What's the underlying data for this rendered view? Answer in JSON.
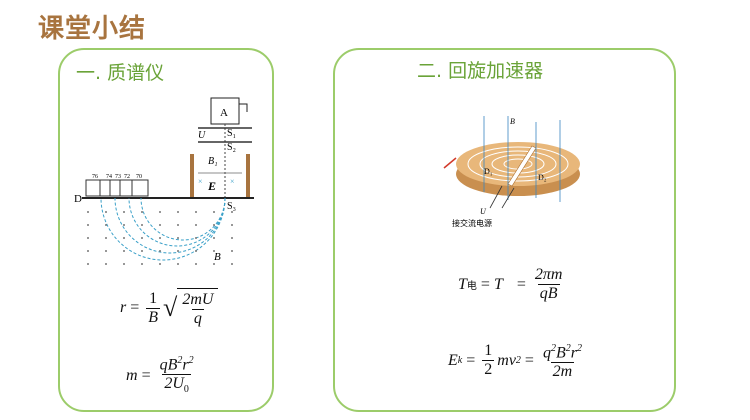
{
  "slide": {
    "title": "课堂小结"
  },
  "left": {
    "heading": "一. 质谱仪",
    "diagram": {
      "label_A": "A",
      "label_U": "U",
      "label_S1": "S₁",
      "label_S2": "S₂",
      "label_S3": "S₃",
      "label_B1": "B₁",
      "label_E": "E",
      "label_D": "D",
      "label_B": "B",
      "scale": [
        "76",
        "74",
        "73",
        "72",
        "70"
      ]
    },
    "formula1": {
      "lhs": "r",
      "eq": "=",
      "one": "1",
      "B": "B",
      "rad_num": "2mU",
      "rad_den": "q"
    },
    "formula2": {
      "lhs": "m",
      "eq": "=",
      "num": "qB",
      "num_sup1": "2",
      "num_r": "r",
      "num_sup2": "2",
      "den": "2U",
      "den_sub": "0"
    }
  },
  "right": {
    "heading": "二. 回旋加速器",
    "diagram": {
      "label_B": "B",
      "label_D1": "D₁",
      "label_D2": "D₂",
      "label_U": "U",
      "caption": "接交流电源"
    },
    "formula1": {
      "T": "T",
      "sub": "电",
      "eq1": "=",
      "T2": "T",
      "eq2": "=",
      "num": "2πm",
      "den": "qB"
    },
    "formula2": {
      "E": "E",
      "sub": "k",
      "eq1": "=",
      "half_num": "1",
      "half_den": "2",
      "mv": "mv",
      "sup_v": "2",
      "eq2": "=",
      "num_q": "q",
      "sup_q": "2",
      "num_B": "B",
      "sup_B": "2",
      "num_r": "r",
      "sup_r": "2",
      "den": "2m"
    }
  }
}
